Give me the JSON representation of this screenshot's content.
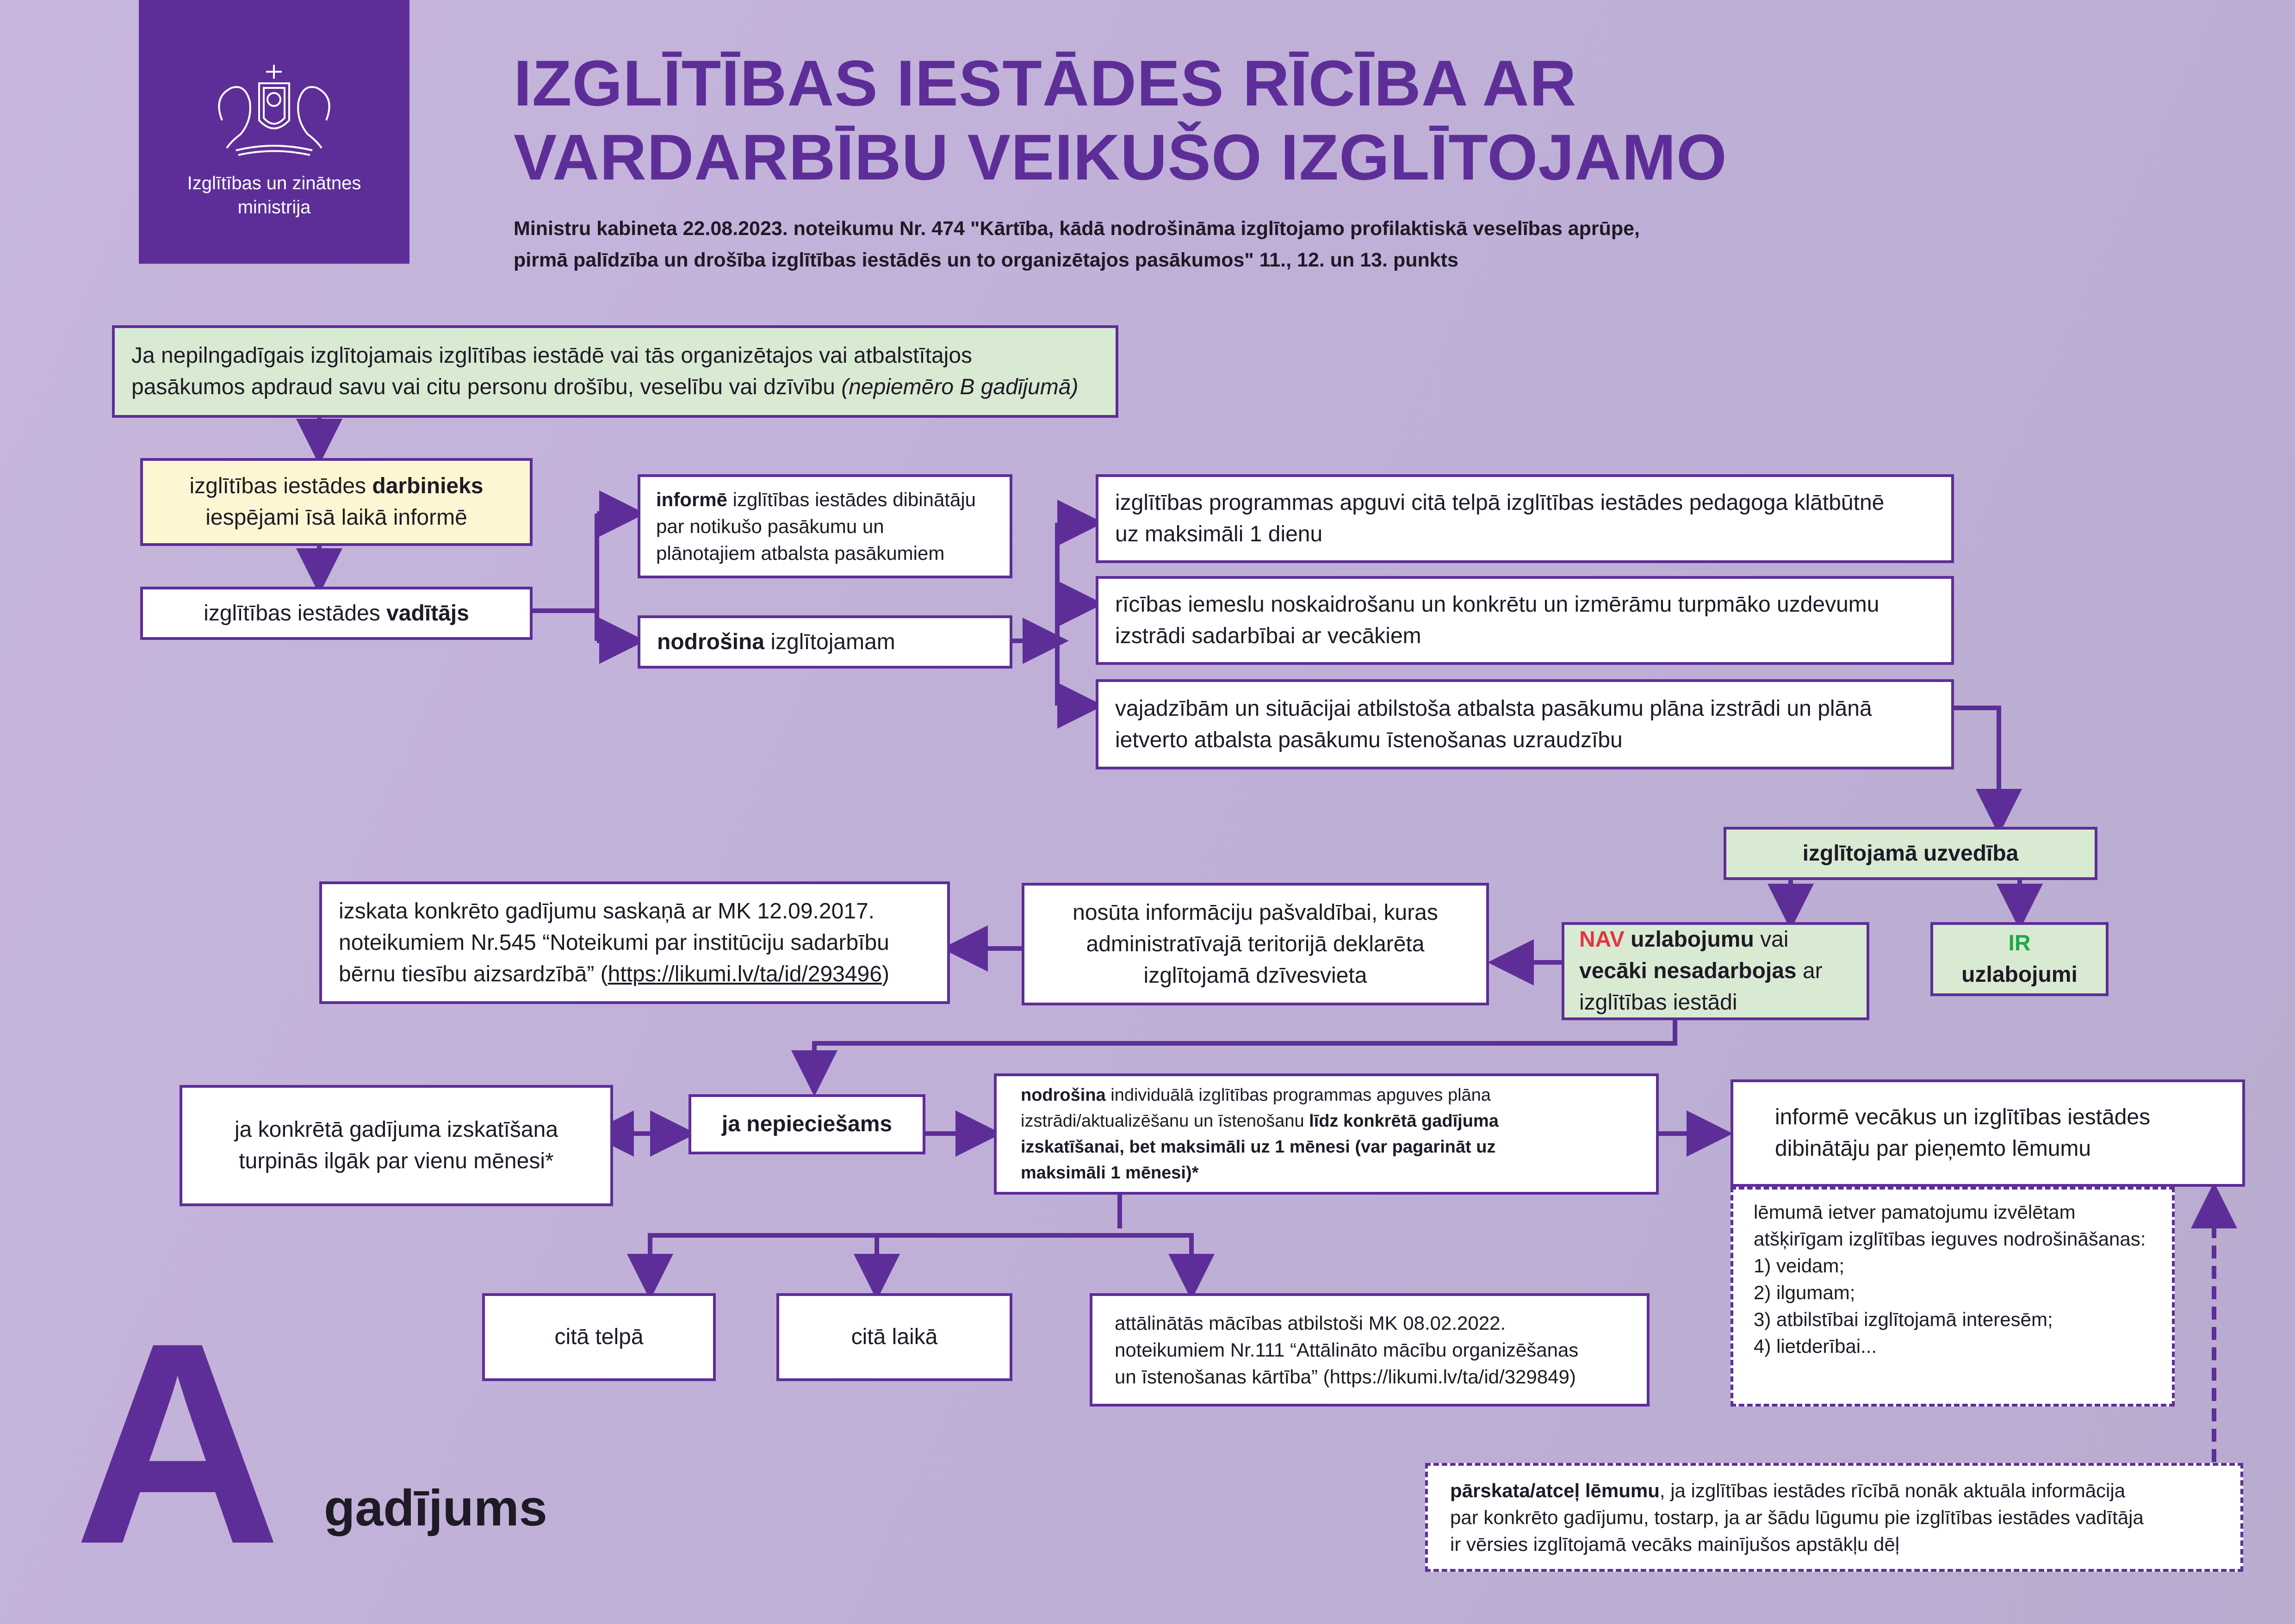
{
  "logo": {
    "ministry_line1": "Izglītības un zinātnes",
    "ministry_line2": "ministrija"
  },
  "title": {
    "line1": "IZGLĪTĪBAS IESTĀDES RĪCĪBA AR",
    "line2": "VARDARBĪBU VEIKUŠO IZGLĪTOJAMO"
  },
  "subtitle": {
    "line1": "Ministru kabineta 22.08.2023. noteikumu Nr. 474 \"Kārtība, kādā nodrošināma izglītojamo profilaktiskā veselības aprūpe,",
    "line2": "pirmā palīdzība un drošība izglītības iestādēs un to organizētajos pasākumos\" 11., 12. un 13. punkts"
  },
  "nodes": {
    "trigger": {
      "line1": "Ja nepilngadīgais izglītojamais izglītības iestādē vai tās organizētajos vai atbalstītajos",
      "line2": "pasākumos apdraud savu vai citu personu drošību, veselību vai dzīvību ",
      "note": "(nepiemēro B gadījumā)"
    },
    "employee": {
      "pre": "izglītības iestādes ",
      "bold": "darbinieks",
      "line2": "iespējami īsā laikā informē"
    },
    "head": {
      "pre": "izglītības iestādes ",
      "bold": "vadītājs"
    },
    "informs": {
      "bold": "informē",
      "rest1": " izglītības iestādes dibinātāju",
      "line2": "par notikušo pasākumu un",
      "line3": "plānotajiem atbalsta pasākumiem"
    },
    "ensures": {
      "bold": "nodrošina",
      "rest": " izglītojamam"
    },
    "option1": {
      "line1": "izglītības programmas apguvi citā telpā izglītības iestādes pedagoga klātbūtnē",
      "line2": "uz maksimāli 1 dienu"
    },
    "option2": {
      "line1": "rīcības iemeslu noskaidrošanu un konkrētu un izmērāmu turpmāko uzdevumu",
      "line2": "izstrādi sadarbībai ar vecākiem"
    },
    "option3": {
      "line1": "vajadzībām un situācijai atbilstoša atbalsta pasākumu plāna izstrādi un plānā",
      "line2": "ietverto atbalsta pasākumu īstenošanas uzraudzību"
    },
    "behaviour": {
      "label": "izglītojamā uzvedība"
    },
    "no_improvement": {
      "nav": "NAV",
      "bold1": " uzlabojumu",
      "rest1": " vai",
      "bold2": "vecāki nesadarbojas",
      "rest2": " ar",
      "line3": "izglītības iestādi"
    },
    "improvement": {
      "ir": "IR",
      "bold": " uzlabojumi"
    },
    "municipality": {
      "line1": "nosūta informāciju pašvaldībai, kuras",
      "line2": "administratīvajā teritorijā deklarēta",
      "line3": "izglītojamā dzīvesvieta"
    },
    "review": {
      "line1": "izskata konkrēto gadījumu saskaņā ar MK 12.09.2017.",
      "line2": "noteikumiem Nr.545 “Noteikumi par institūciju sadarbību",
      "line3_pre": "bērnu tiesību aizsardzībā” (",
      "link": "https://likumi.lv/ta/id/293496",
      "line3_post": ")"
    },
    "longer": {
      "line1": "ja konkrētā gadījuma izskatīšana",
      "line2": "turpinās ilgāk par vienu mēnesi*"
    },
    "if_needed": {
      "label": "ja nepieciešams"
    },
    "individual": {
      "bold1": "nodrošina",
      "rest1": " individuālā izglītības programmas apguves plāna",
      "line2_pre": "izstrādi/aktualizēšanu un īstenošanu ",
      "line2_bold": "līdz konkrētā gadījuma",
      "line3": "izskatīšanai, bet maksimāli uz 1 mēnesi (var pagarināt uz",
      "line4": "maksimāli 1 mēnesi)*"
    },
    "other_room": {
      "label": "citā telpā"
    },
    "other_time": {
      "label": "citā laikā"
    },
    "remote": {
      "line1": "attālinātās mācības atbilstoši MK 08.02.2022.",
      "line2": "noteikumiem Nr.111 “Attālināto mācību organizēšanas",
      "line3": "un īstenošanas kārtība” (https://likumi.lv/ta/id/329849)"
    },
    "inform_parents": {
      "line1": "informē vecākus un izglītības iestādes",
      "line2": "dibinātāju par pieņemto lēmumu"
    },
    "decision_note": {
      "line1": "lēmumā ietver pamatojumu izvēlētam",
      "line2": "atšķirīgam izglītības ieguves nodrošināšanas:",
      "item1": "1) veidam;",
      "item2": "2) ilgumam;",
      "item3": "3) atbilstībai izglītojamā interesēm;",
      "item4": "4) lietderībai..."
    },
    "revise": {
      "bold": "pārskata/atceļ lēmumu",
      "rest1": ", ja izglītības iestādes rīcībā nonāk aktuāla informācija",
      "line2": "par konkrēto gadījumu, tostarp, ja ar šādu lūgumu pie izglītības iestādes vadītāja",
      "line3": "ir vērsies izglītojamā vecāks mainījušos apstākļu dēļ"
    }
  },
  "case": {
    "letter": "A",
    "word": "gadījums"
  },
  "colors": {
    "brand_purple": "#5e2e98",
    "green_fill": "#d9ead3",
    "yellow_fill": "#fdf6d2",
    "nav_red": "#e0383e",
    "ir_green": "#1fa84a"
  }
}
